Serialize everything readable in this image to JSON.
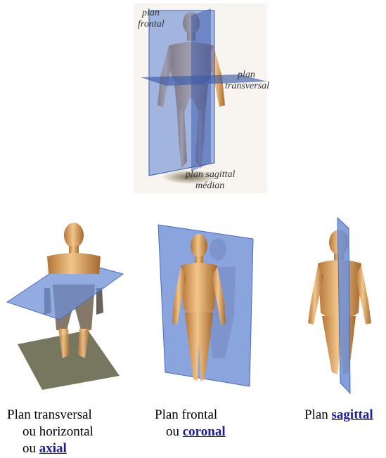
{
  "top_figure": {
    "label_frontal_line1": "plan",
    "label_frontal_line2": "frontal",
    "label_transversal_line1": "plan",
    "label_transversal_line2": "transversal",
    "label_sagittal_line1": "plan sagittal",
    "label_sagittal_line2": "médian"
  },
  "captions": {
    "transversal": {
      "line1": "Plan transversal",
      "line2": "ou horizontal",
      "line3_prefix": "ou ",
      "line3_link": "axial"
    },
    "frontal": {
      "line1": "Plan frontal",
      "line2_prefix": "ou ",
      "line2_link": "coronal"
    },
    "sagittal": {
      "prefix": "Plan ",
      "link": "sagittal"
    }
  },
  "colors": {
    "skin": "#d9a05a",
    "plane": "#6d8fd6",
    "link": "#1a1aa6"
  }
}
